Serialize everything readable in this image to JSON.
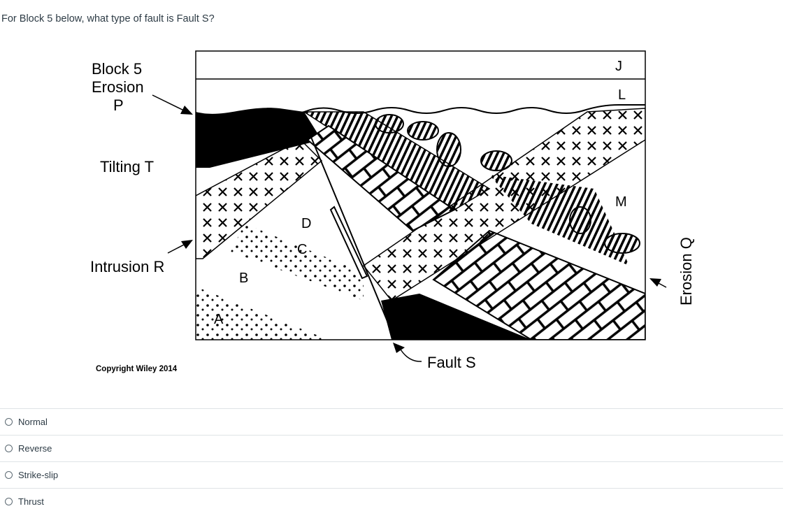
{
  "question": {
    "text": "For Block 5 below, what type of fault is Fault S?"
  },
  "figure": {
    "block_title": "Block 5",
    "erosion_p_line1": "Erosion",
    "erosion_p_line2": "P",
    "tilting": "Tilting T",
    "intrusion": "Intrusion R",
    "copyright": "Copyright Wiley 2014",
    "fault": "Fault S",
    "erosion_q": "Erosion Q",
    "unit_labels": {
      "j": "J",
      "l": "L",
      "m": "M",
      "a": "A",
      "b": "B",
      "c": "C",
      "d": "D"
    }
  },
  "answers": [
    {
      "label": "Normal"
    },
    {
      "label": "Reverse"
    },
    {
      "label": "Strike-slip"
    },
    {
      "label": "Thrust"
    }
  ]
}
